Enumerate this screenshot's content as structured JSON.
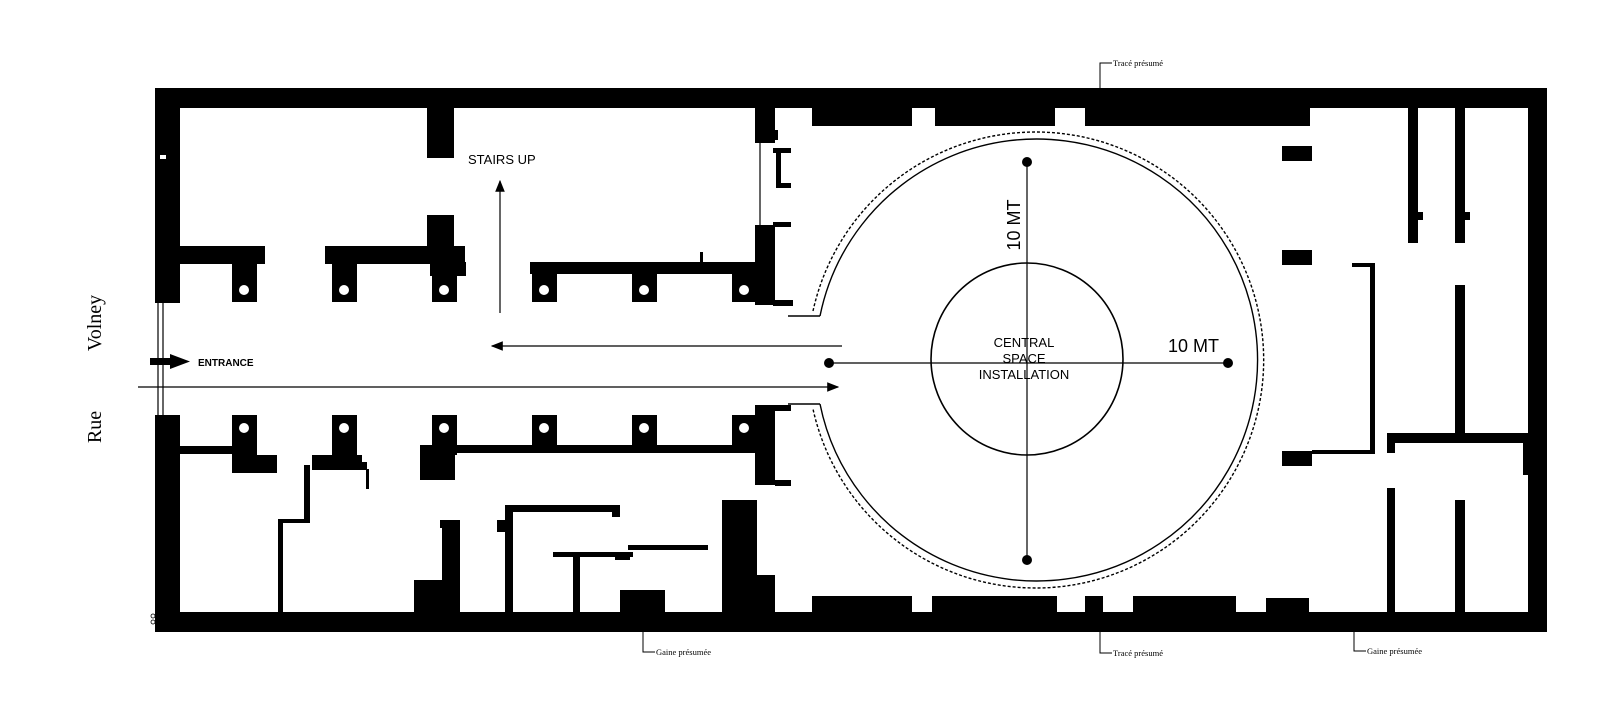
{
  "street": {
    "word1": "Rue",
    "word2": "Volney"
  },
  "labels": {
    "entrance": "ENTRANCE",
    "stairs_up": "STAIRS UP",
    "central_line1": "CENTRAL",
    "central_line2": "SPACE",
    "central_line3": "INSTALLATION",
    "dim_vertical": "10 MT",
    "dim_horizontal": "10 MT"
  },
  "notes": {
    "trace_top": "Tracé présumé",
    "trace_bottom": "Tracé présumé",
    "gaine_left": "Gaine présumée",
    "gaine_right": "Gaine présumée"
  },
  "colors": {
    "wall": "#000000",
    "background": "#ffffff"
  }
}
